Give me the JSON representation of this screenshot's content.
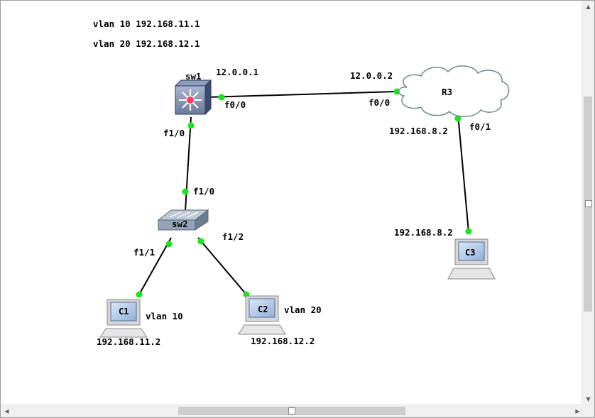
{
  "header_notes": [
    "vlan 10 192.168.11.1",
    "vlan 20 192.168.12.1"
  ],
  "devices": {
    "sw1": {
      "name": "sw1",
      "ip": "12.0.0.1"
    },
    "sw2": {
      "name": "sw2"
    },
    "r3": {
      "name": "R3",
      "ip_wan": "12.0.0.2",
      "ip_lan": "192.168.8.2"
    },
    "c1": {
      "name": "C1",
      "vlan": "vlan 10",
      "ip": "192.168.11.2"
    },
    "c2": {
      "name": "C2",
      "vlan": "vlan 20",
      "ip": "192.168.12.2"
    },
    "c3": {
      "name": "C3",
      "ip": "192.168.8.2"
    }
  },
  "ports": {
    "sw1_f0_0": "f0/0",
    "sw1_f1_0": "f1/0",
    "r3_f0_0": "f0/0",
    "r3_f0_1": "f0/1",
    "sw2_f1_0": "f1/0",
    "sw2_f1_1": "f1/1",
    "sw2_f1_2": "f1/2"
  },
  "colors": {
    "link": "#000000",
    "port_dot": "#19e619",
    "cloud_fill": "#ffffff",
    "cloud_stroke": "#6b8a8f"
  }
}
